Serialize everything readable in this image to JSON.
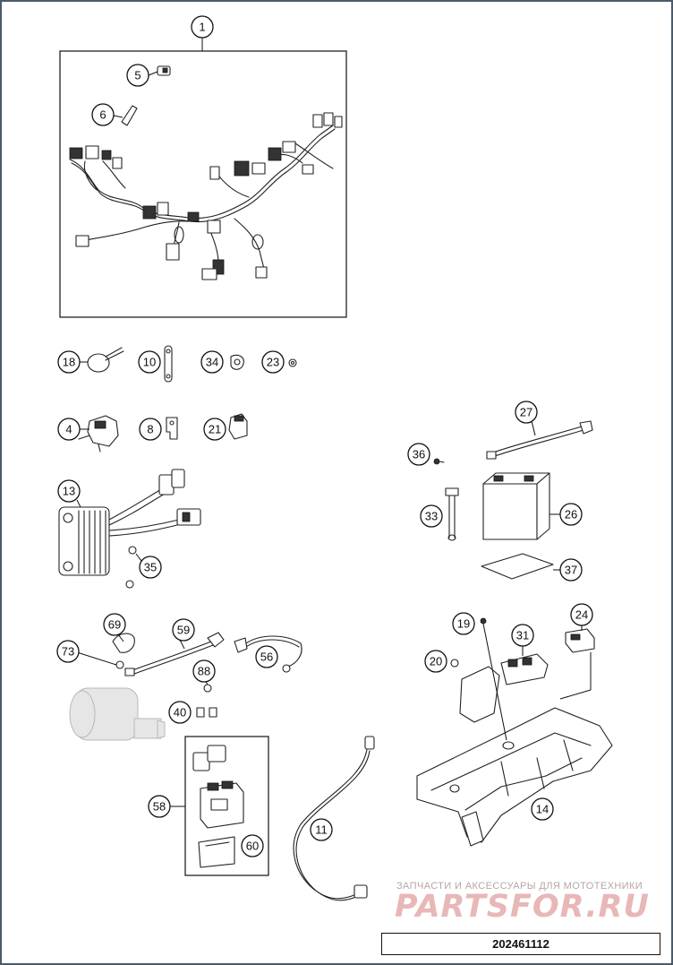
{
  "callouts": [
    "1",
    "5",
    "6",
    "18",
    "10",
    "34",
    "23",
    "4",
    "8",
    "21",
    "13",
    "35",
    "27",
    "36",
    "26",
    "33",
    "37",
    "69",
    "59",
    "56",
    "73",
    "88",
    "40",
    "24",
    "19",
    "31",
    "20",
    "14",
    "58",
    "60",
    "11"
  ],
  "watermark": {
    "caption": "ЗАПЧАСТИ И АКСЕССУАРЫ ДЛЯ МОТОТЕХНИКИ",
    "logo": "PARTSFOR.RU"
  },
  "document_number": "202461112",
  "colors": {
    "line": "#111111",
    "frame": "#4a5a6a",
    "watermark_caption": "#b7a5a5",
    "watermark_logo": "#e8b7b7"
  }
}
